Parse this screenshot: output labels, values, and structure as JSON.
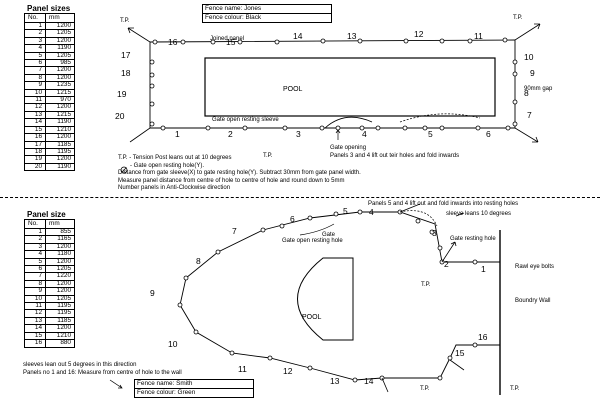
{
  "top": {
    "panel_sizes_title": "Panel sizes",
    "table_headers": [
      "No.",
      "mm"
    ],
    "rows": [
      [
        "1",
        "1200"
      ],
      [
        "2",
        "1205"
      ],
      [
        "3",
        "1200"
      ],
      [
        "4",
        "1190"
      ],
      [
        "5",
        "1205"
      ],
      [
        "6",
        "985"
      ],
      [
        "7",
        "1200"
      ],
      [
        "8",
        "1200"
      ],
      [
        "9",
        "1235"
      ],
      [
        "10",
        "1215"
      ],
      [
        "11",
        "970"
      ],
      [
        "12",
        "1200"
      ],
      [
        "13",
        "1215"
      ],
      [
        "14",
        "1190"
      ],
      [
        "15",
        "1210"
      ],
      [
        "16",
        "1200"
      ],
      [
        "17",
        "1185"
      ],
      [
        "18",
        "1195"
      ],
      [
        "19",
        "1200"
      ],
      [
        "20",
        "1190"
      ]
    ],
    "fence_name": "Fence name: Jones",
    "fence_colour": "Fence colour: Black",
    "pool_label": "POOL",
    "tp_labels": [
      "T.P.",
      "T.P.",
      "T.P."
    ],
    "joined_panel": "Joined panel",
    "gap_label": "90mm gap",
    "gate_sleeve": "Gate open resting sleeve",
    "gate_opening": "Gate opening",
    "panels_lift": "Panels 3 and 4 lift out teir holes and fold inwards",
    "panel_numbers": [
      "1",
      "2",
      "3",
      "4",
      "5",
      "6",
      "7",
      "8",
      "9",
      "10",
      "11",
      "12",
      "13",
      "14",
      "15",
      "16",
      "17",
      "18",
      "19",
      "20"
    ],
    "notes": [
      "T.P. - Tension Post leans out at 10 degrees",
      "- Gate open resting hole(Y).",
      "Distance from gate sleeve(X) to gate resting hole(Y). Subtract 30mm from gate panel width.",
      "Measure panel distance from centre of hole to centre of hole and round down to 5mm",
      "Number panels in Anti-Clockwise direction"
    ]
  },
  "bottom": {
    "panel_size_title": "Panel size",
    "table_headers": [
      "No.",
      "mm"
    ],
    "rows": [
      [
        "1",
        "855"
      ],
      [
        "2",
        "1165"
      ],
      [
        "3",
        "1200"
      ],
      [
        "4",
        "1180"
      ],
      [
        "5",
        "1200"
      ],
      [
        "6",
        "1205"
      ],
      [
        "7",
        "1220"
      ],
      [
        "8",
        "1200"
      ],
      [
        "9",
        "1200"
      ],
      [
        "10",
        "1205"
      ],
      [
        "11",
        "1195"
      ],
      [
        "12",
        "1195"
      ],
      [
        "13",
        "1185"
      ],
      [
        "14",
        "1200"
      ],
      [
        "15",
        "1210"
      ],
      [
        "16",
        "880"
      ]
    ],
    "fence_name": "Fence name: Smith",
    "fence_colour": "Fence colour: Green",
    "pool_label": "POOL",
    "panels_fold": "Panels 5 and 4 lift out and fold inwards into resting holes",
    "sleeve_leans": "sleeve leans 10 degrees",
    "gate_resting_hole": "Gate resting hole",
    "gate_label": "Gate",
    "gate_open_resting_hole": "Gate open resting hole",
    "rawl_bolts": "Rawl eye bolts",
    "boundary_wall": "Boundry Wall",
    "tp_labels": [
      "T.P.",
      "T.P.",
      "T.P."
    ],
    "panel_numbers": [
      "1",
      "2",
      "3",
      "4",
      "5",
      "6",
      "7",
      "8",
      "9",
      "10",
      "11",
      "12",
      "13",
      "14",
      "15",
      "16"
    ],
    "sleeves_note": "sleeves lean out 5 degrees in this direction",
    "panels_note": "Panels no 1 and 16: Measure from centre of hole to the wall"
  }
}
